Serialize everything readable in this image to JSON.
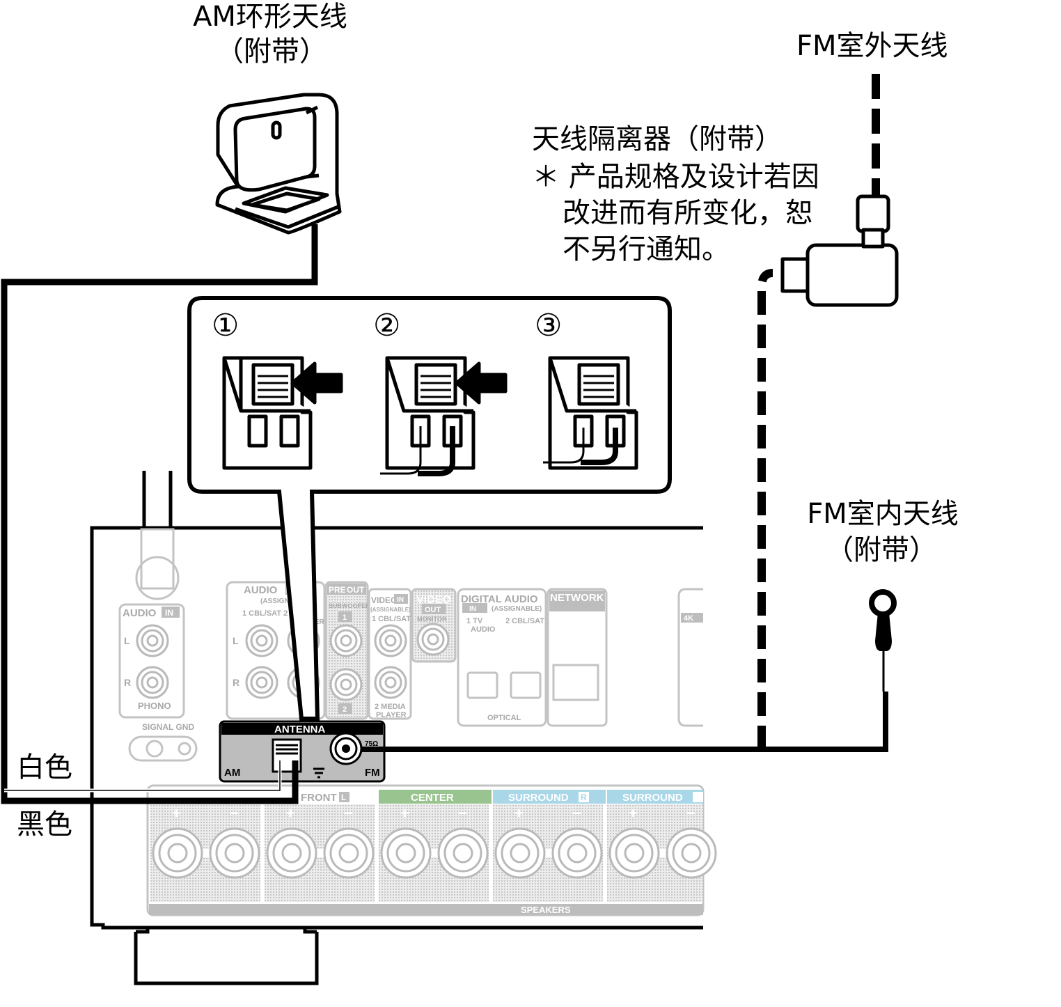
{
  "labels": {
    "am_loop_title": "AM环形天线",
    "am_loop_sub": "（附带）",
    "fm_outdoor": "FM室外天线",
    "isolator_title": "天线隔离器（附带）",
    "isolator_note_1": "＊ 产品规格及设计若因",
    "isolator_note_2": "改进而有所变化，恕",
    "isolator_note_3": "不另行通知。",
    "fm_indoor_title": "FM室内天线",
    "fm_indoor_sub": "（附带）",
    "white": "白色",
    "black": "黑色"
  },
  "steps": [
    "①",
    "②",
    "③"
  ],
  "panel": {
    "antenna": "ANTENNA",
    "am": "AM",
    "fm": "FM",
    "ohm": "75Ω",
    "audio_in": "AUDIO",
    "in_tag": "IN",
    "phono": "PHONO",
    "signal_gnd": "SIGNAL GND",
    "audio2": "AUDIO",
    "assignable": "(ASSIGNABLE)",
    "cbl_sat": "1 CBL/SAT  2",
    "player": "PLAYER",
    "pre": "PRE",
    "out": "OUT",
    "subwoofer": "SUBWOOFER",
    "sub1": "1",
    "sub2": "2",
    "video": "VIDEO",
    "video_assign": "(ASSIGNABLE)",
    "video_cbl": "1 CBL/SAT",
    "media_player_1": "2 MEDIA",
    "media_player_2": "PLAYER",
    "video_out": "VIDEO",
    "video_out_2": "OUT",
    "monitor": "MONITOR",
    "digital_audio": "DIGITAL AUDIO",
    "digital_assign": "(ASSIGNABLE)",
    "tv": "1  TV",
    "tv_audio": "AUDIO",
    "cbl_sat2": "2 CBL/SAT",
    "optical": "OPTICAL",
    "network": "NETWORK",
    "k4": "4K",
    "front_l": "FRONT",
    "l_tag": "L",
    "r_tag": "R",
    "center": "CENTER",
    "surround_r": "SURROUND",
    "surround_l": "SURROUND",
    "speakers": "SPEAKERS",
    "plus": "+",
    "minus": "−"
  },
  "colors": {
    "line": "#000000",
    "panel_gray": "#d8d8d8",
    "center": "#99c48f",
    "surround": "#a9d7e8",
    "antenna_box": "#bdbdbd"
  }
}
